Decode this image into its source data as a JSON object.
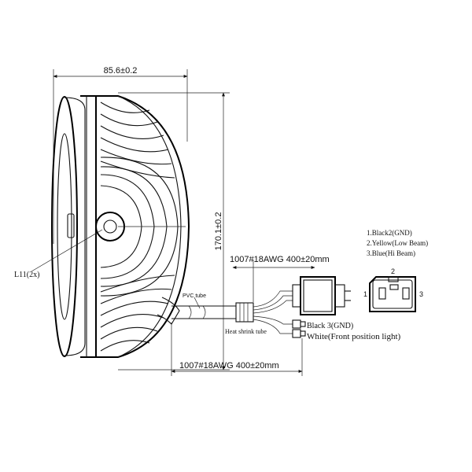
{
  "dimensions": {
    "width": "85.6±0.2",
    "height": "170.1±0.2",
    "cable_top": "1007#18AWG  400±20mm",
    "cable_bottom": "1007#18AWG  400±20mm"
  },
  "labels": {
    "screw": "L11(2x)",
    "pvc_tube": "PVC tube",
    "heat_shrink": "Heat shrink tube",
    "black3": "Black 3(GND)",
    "white": "White(Front position light)"
  },
  "pinout": {
    "legend": [
      "1.Black2(GND)",
      "2.Yellow(Low Beam)",
      "3.Blue(Hi Beam)"
    ],
    "pin1": "1",
    "pin2": "2",
    "pin3": "3"
  }
}
